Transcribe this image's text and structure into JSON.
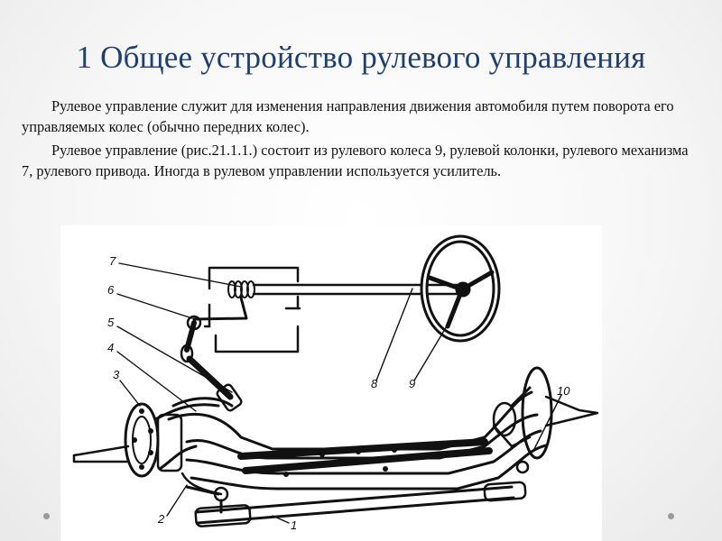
{
  "slide": {
    "title": "1 Общее устройство рулевого управления",
    "paragraphs": [
      "Рулевое управление служит для изменения направления движения автомобиля путем поворота его управляемых колес (обычно передних колес).",
      "Рулевое управление (рис.21.1.1.) состоит из рулевого колеса 9, рулевой колонки, рулевого механизма 7, рулевого привода. Иногда в рулевом управлении используется усилитель."
    ]
  },
  "figure": {
    "callouts": [
      "1",
      "2",
      "3",
      "4",
      "5",
      "6",
      "7",
      "8",
      "9",
      "10"
    ]
  },
  "colors": {
    "title": "#1f3f6e",
    "text": "#111111",
    "bullet": "#9a9a9a"
  }
}
